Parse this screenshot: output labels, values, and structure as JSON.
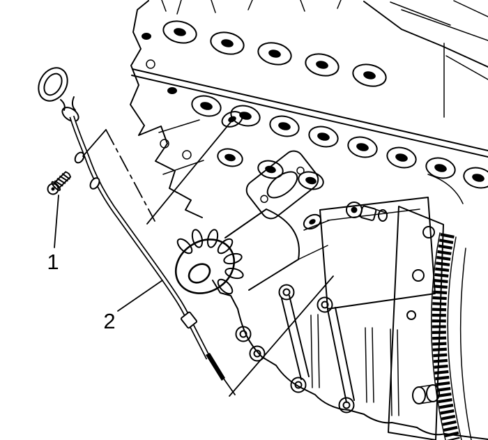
{
  "figure": {
    "type": "technical-illustration",
    "background_color": "#ffffff",
    "line_color": "#000000",
    "callouts": [
      {
        "label": "1",
        "points_to": "oil-level-indicator-tube-bolt"
      },
      {
        "label": "2",
        "points_to": "oil-level-indicator-tube"
      }
    ]
  }
}
